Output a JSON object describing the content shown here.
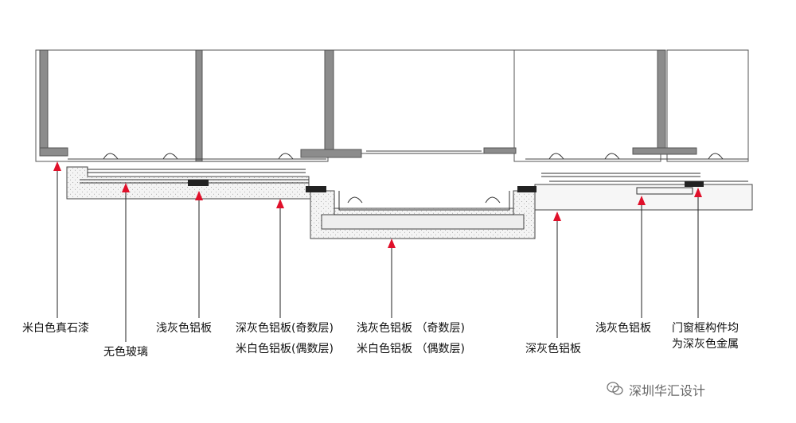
{
  "annotations": [
    {
      "id": "paint",
      "lines": [
        "米白色真石漆"
      ]
    },
    {
      "id": "glass",
      "lines": [
        "无色玻璃"
      ]
    },
    {
      "id": "light-gray-1",
      "lines": [
        "浅灰色铝板"
      ]
    },
    {
      "id": "dark-gray-odd",
      "lines": [
        "深灰色铝板(奇数层)",
        "米白色铝板(偶数层)"
      ]
    },
    {
      "id": "light-gray-odd",
      "lines": [
        "浅灰色铝板 （奇数层)",
        "米白色铝板 （偶数层)"
      ]
    },
    {
      "id": "dark-gray-2",
      "lines": [
        "深灰色铝板"
      ]
    },
    {
      "id": "light-gray-2",
      "lines": [
        "浅灰色铝板"
      ]
    },
    {
      "id": "frame-note",
      "lines": [
        "门窗框构件均",
        "为深灰色金属"
      ]
    }
  ],
  "watermark": {
    "text": "深圳华汇设计",
    "icon": "wechat-icon"
  },
  "colors": {
    "arrow": "#e0102a",
    "wall": "#8c8c8c",
    "line": "#333333",
    "fill": "#eeeeee"
  }
}
